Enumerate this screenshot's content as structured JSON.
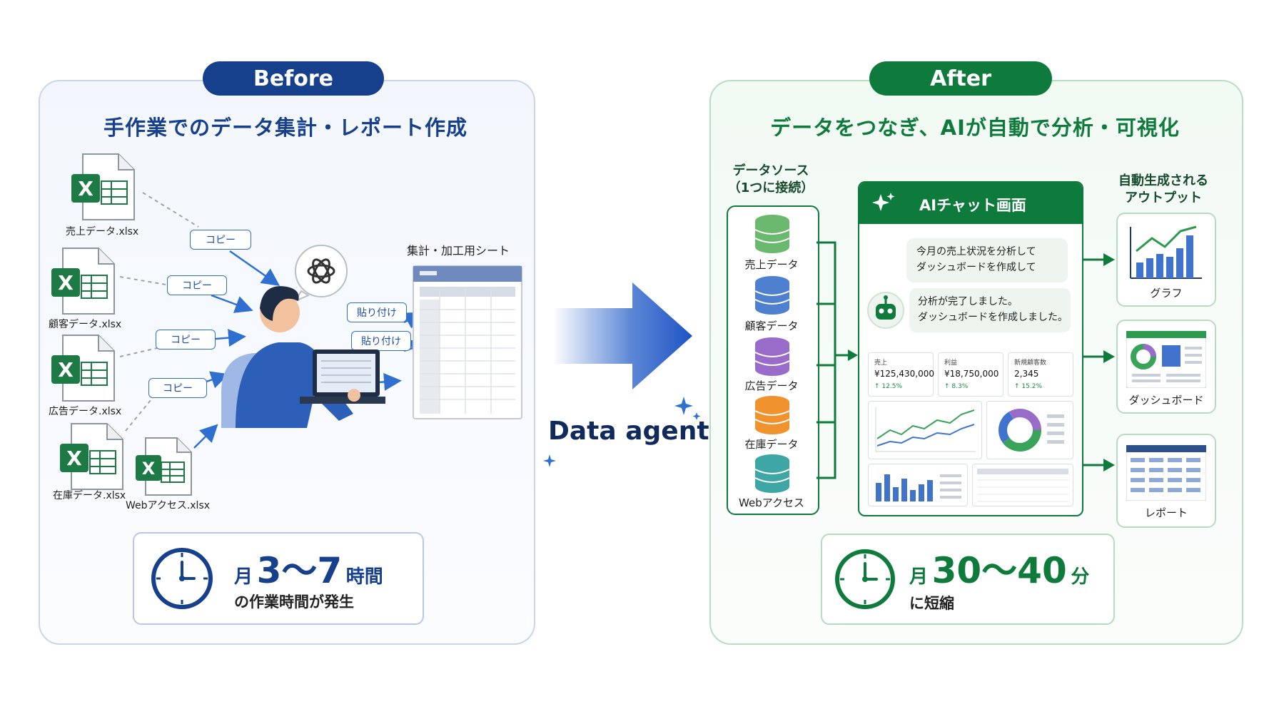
{
  "before": {
    "badge": "Before",
    "heading": "手作業でのデータ集計・レポート作成",
    "files": [
      {
        "label": "売上データ.xlsx"
      },
      {
        "label": "顧客データ.xlsx"
      },
      {
        "label": "広告データ.xlsx"
      },
      {
        "label": "在庫データ.xlsx"
      },
      {
        "label": "Webアクセス.xlsx"
      }
    ],
    "copy_tags": [
      "コピー",
      "コピー",
      "コピー",
      "コピー"
    ],
    "paste_tags": [
      "貼り付け",
      "貼り付け"
    ],
    "sheet_title": "集計・加工用シート",
    "time": {
      "prefix": "月",
      "range": "3〜7",
      "unit": "時間",
      "caption": "の作業時間が発生"
    }
  },
  "middle": {
    "label": "Data agent"
  },
  "after": {
    "badge": "After",
    "heading": "データをつなぎ、AIが自動で分析・可視化",
    "sources_title_1": "データソース",
    "sources_title_2": "（1つに接続）",
    "sources": [
      {
        "label": "売上データ",
        "color": "#6bb86f"
      },
      {
        "label": "顧客データ",
        "color": "#4f7fcf"
      },
      {
        "label": "広告データ",
        "color": "#9a6cc9"
      },
      {
        "label": "在庫データ",
        "color": "#f0922e"
      },
      {
        "label": "Webアクセス",
        "color": "#3fa6a6"
      }
    ],
    "chat": {
      "title": "AIチャット画面",
      "user_line_1": "今月の売上状況を分析して",
      "user_line_2": "ダッシュボードを作成して",
      "bot_line_1": "分析が完了しました。",
      "bot_line_2": "ダッシュボードを作成しました。",
      "metrics": [
        {
          "label": "売上",
          "value": "¥125,430,000",
          "change": "↑ 12.5%"
        },
        {
          "label": "利益",
          "value": "¥18,750,000",
          "change": "↑ 8.3%"
        },
        {
          "label": "新規顧客数",
          "value": "2,345",
          "change": "↑ 15.2%"
        }
      ]
    },
    "outputs_title_1": "自動生成される",
    "outputs_title_2": "アウトプット",
    "outputs": [
      {
        "label": "グラフ"
      },
      {
        "label": "ダッシュボード"
      },
      {
        "label": "レポート"
      }
    ],
    "time": {
      "prefix": "月",
      "range": "30〜40",
      "unit": "分",
      "caption": "に短縮"
    }
  },
  "colors": {
    "before_accent": "#17408c",
    "after_accent": "#0e7a3c",
    "excel_green": "#1d7a45"
  }
}
